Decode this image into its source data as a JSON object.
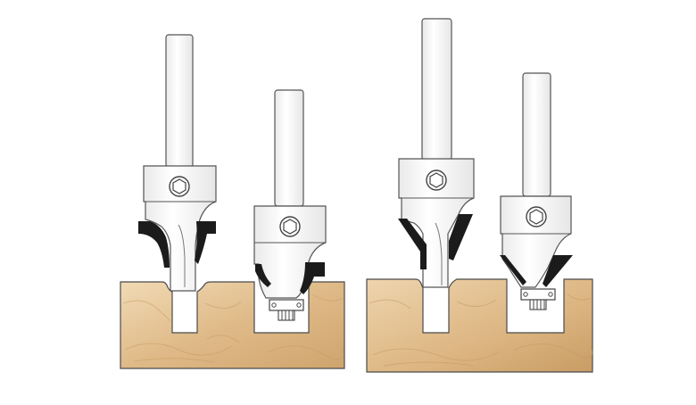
{
  "figure": {
    "panels": [
      {
        "name": "left-panel",
        "bits": [
          "left-tall-router-bit",
          "left-short-router-bit-with-bearing"
        ]
      },
      {
        "name": "right-panel",
        "bits": [
          "right-tall-router-bit",
          "right-short-router-bit-with-bearing"
        ]
      }
    ],
    "colors": {
      "background": "#ffffff",
      "wood_light": "#ecd1a8",
      "wood_mid": "#dcb683",
      "wood_dark": "#c99d66",
      "wood_grain": "#d2a873",
      "steel": "#f3f3f3",
      "outline": "#555555",
      "carbide": "#1b1b1b",
      "icons": [
        "allen-screw-icon",
        "bearing-icon"
      ]
    }
  }
}
